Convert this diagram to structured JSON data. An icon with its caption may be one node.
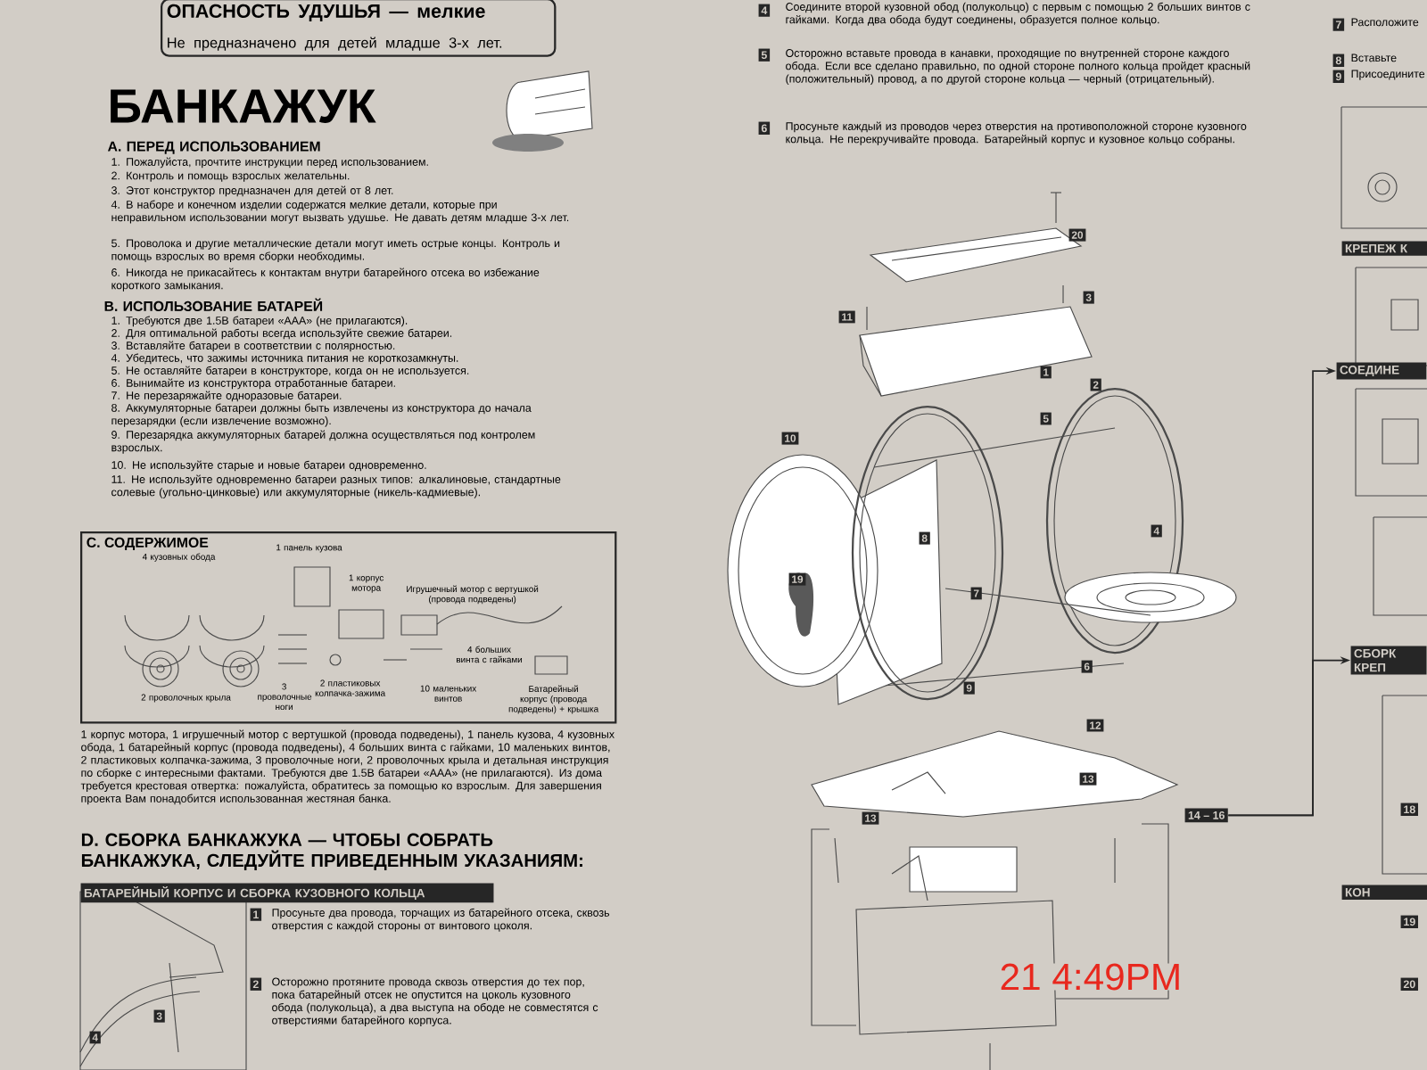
{
  "diagram": {
    "title": "БАНКАЖУК",
    "nodes": [
      {
        "text": [
          "ОПАСНОСТЬ УДУШЬЯ — мелкие",
          "Не предназначено для детей младше 3-х лет."
        ]
      },
      {
        "text": [
          "C. СОДЕРЖИМОЕ"
        ]
      },
      {
        "text": [
          "14 – 16"
        ]
      },
      {
        "text": [
          "СОЕДИНЕ"
        ]
      },
      {
        "text": [
          "СБОРК КРЕП"
        ]
      }
    ],
    "edges": [
      {
        "from": 2,
        "to": 3,
        "arrow": "to"
      },
      {
        "from": 2,
        "to": 4,
        "arrow": "to"
      }
    ],
    "labels": [
      "A. ПЕРЕД ИСПОЛЬЗОВАНИЕМ",
      "1. Пожалуйста, прочтите инструкции перед использованием.",
      "2. Контроль и помощь взрослых желательны.",
      "3. Этот конструктор предназначен для детей от 8 лет.",
      "4. В наборе и конечном изделии содержатся мелкие детали, которые при неправильном использовании могут вызвать удушье. Не давать детям младше 3-х лет.",
      "5. Проволока и другие металлические детали могут иметь острые концы. Контроль и помощь взрослых во время сборки необходимы.",
      "6. Никогда не прикасайтесь к контактам внутри батарейного отсека во избежание короткого замыкания.",
      "B. ИСПОЛЬЗОВАНИЕ БАТАРЕЙ",
      "1. Требуются две 1.5В батареи «AAA» (не прилагаются).",
      "2. Для оптимальной работы всегда используйте свежие батареи.",
      "3. Вставляйте батареи в соответствии с полярностью.",
      "4. Убедитесь, что зажимы источника питания не короткозамкнуты.",
      "5. Не оставляйте батареи в конструкторе, когда он не используется.",
      "6. Вынимайте из конструктора отработанные батареи.",
      "7. Не перезаряжайте одноразовые батареи.",
      "8. Аккумуляторные батареи должны быть извлечены из конструктора до начала перезарядки (если извлечение возможно).",
      "9. Перезарядка аккумуляторных батарей должна осуществляться под контролем взрослых.",
      "10. Не используйте старые и новые батареи одновременно.",
      "11. Не используйте одновременно батареи разных типов: алкалиновые, стандартные солевые (угольно-цинковые) или аккумуляторные (никель-кадмиевые).",
      "4 кузовных обода",
      "1 панель кузова",
      "1 корпус мотора",
      "Игрушечный мотор с вертушкой (провода подведены)",
      "4 больших винта с гайками",
      "2 проволочных крыла",
      "3 проволочные ноги",
      "2 пластиковых колпачка-зажима",
      "10 маленьких винтов",
      "Батарейный корпус (провода подведены) + крышка",
      "1 корпус мотора, 1 игрушечный мотор с вертушкой (провода подведены), 1 панель кузова, 4 кузовных обода, 1 батарейный корпус (провода подведены), 4 больших винта с гайками, 10 маленьких винтов, 2 пластиковых колпачка-зажима, 3 проволочные ноги, 2 проволочных крыла и детальная инструкция по сборке с интересными фактами. Требуются две 1.5В батареи «AAA» (не прилагаются). Из дома требуется крестовая отвертка: пожалуйста, обратитесь за помощью ко взрослым. Для завершения проекта Вам понадобится использованная жестяная банка.",
      "D. СБОРКА БАНКАЖУКА — ЧТОБЫ СОБРАТЬ БАНКАЖУКА, СЛЕДУЙТЕ ПРИВЕДЕННЫМ УКАЗАНИЯМ:",
      "БАТАРЕЙНЫЙ КОРПУС И СБОРКА КУЗОВНОГО КОЛЬЦА",
      "1",
      "Просуньте два провода, торчащих из батарейного отсека, сквозь отверстия с каждой стороны от винтового цоколя.",
      "2",
      "Осторожно протяните провода сквозь отверстия до тех пор, пока батарейный отсек не опустится на цоколь кузовного обода (полукольца), а два выступа на ободе не совместятся с отверстиями батарейного корпуса.",
      "3",
      "4",
      "4",
      "Соедините второй кузовной обод (полукольцо) с первым с помощью 2 больших винтов с гайками. Когда два обода будут соединены, образуется полное кольцо.",
      "5",
      "Осторожно вставьте провода в канавки, проходящие по внутренней стороне каждого обода. Если все сделано правильно, по одной стороне полного кольца пройдет красный (положительный) провод, а по другой стороне кольца — черный (отрицательный).",
      "6",
      "Просуньте каждый из проводов через отверстия на противоположной стороне кузовного кольца. Не перекручивайте провода. Батарейный корпус и кузовное кольцо собраны.",
      "20",
      "3",
      "11",
      "1",
      "2",
      "5",
      "10",
      "8",
      "4",
      "19",
      "7",
      "6",
      "9",
      "12",
      "13",
      "13",
      "7",
      "Расположите",
      "8",
      "Вставьте",
      "9",
      "Присоедините",
      "КРЕПЕЖ К",
      "КОН",
      "18",
      "19",
      "20",
      "21  4:49PM"
    ]
  }
}
